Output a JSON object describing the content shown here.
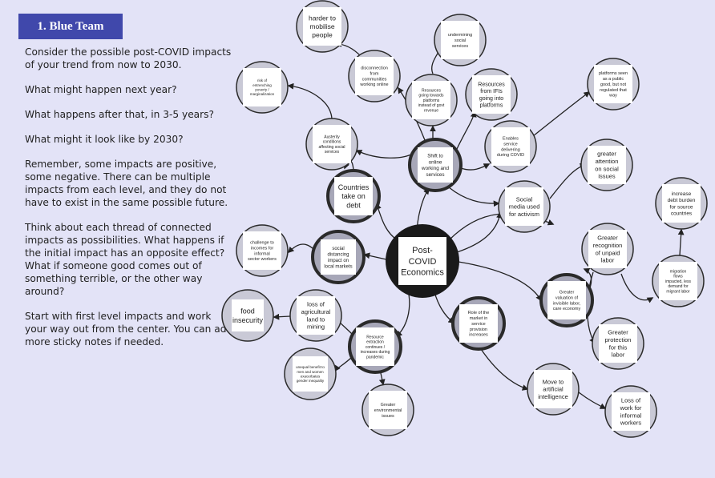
{
  "title": "1.  Blue Team",
  "instructions": [
    "Consider the possible post-COVID impacts of your trend from now to 2030.",
    "What might happen next year?",
    "What happens after that, in 3-5 years?",
    "What might it look like by 2030?",
    "Remember, some impacts are positive, some negative. There can be multiple impacts from each level, and they do not have to exist in the same possible future.",
    "Think about each thread of connected impacts as possibilities. What happens if the initial impact has an opposite effect? What if someone good comes out of something terrible, or the other way around?",
    "Start with first level impacts and work your way out from the center. You can add more sticky notes if needed."
  ],
  "nodes": [
    {
      "id": "center",
      "text": [
        "Post-",
        "COVID",
        "Economics"
      ],
      "style": "center"
    },
    {
      "id": "shift",
      "text": [
        "Shift to",
        "online",
        "working and",
        "services"
      ],
      "style": "dark"
    },
    {
      "id": "countries",
      "text": [
        "Countries",
        "take on",
        "debt"
      ],
      "style": "dark"
    },
    {
      "id": "social-dist",
      "text": [
        "social",
        "distancing",
        "impact on",
        "local markets"
      ],
      "style": "dark"
    },
    {
      "id": "resource-extr",
      "text": [
        "Resource",
        "extraction",
        "continues /",
        "increases during",
        "pandemic"
      ],
      "style": "dark"
    },
    {
      "id": "role-market",
      "text": [
        "Role of the",
        "market in",
        "service",
        "provision",
        "increases"
      ],
      "style": "dark"
    },
    {
      "id": "greater-val",
      "text": [
        "Greater",
        "valuation of",
        "invisible labor,",
        "care economy"
      ],
      "style": "dark"
    },
    {
      "id": "harder",
      "text": [
        "harder to",
        "mobilise",
        "people"
      ],
      "style": "light"
    },
    {
      "id": "undermining",
      "text": [
        "undermining",
        "social",
        "services"
      ],
      "style": "light"
    },
    {
      "id": "disconnection",
      "text": [
        "disconnection",
        "from",
        "communities",
        "working online"
      ],
      "style": "light"
    },
    {
      "id": "risk",
      "text": [
        "risk of",
        "entrenching",
        "poverty /",
        "marginalization"
      ],
      "style": "light"
    },
    {
      "id": "resources-going",
      "text": [
        "Resources",
        "going towards",
        "platforms",
        "instead of govt",
        "revenue"
      ],
      "style": "light"
    },
    {
      "id": "resources-ifis",
      "text": [
        "Resources",
        "from IFIs",
        "going into",
        "platforms"
      ],
      "style": "light"
    },
    {
      "id": "platforms-public",
      "text": [
        "platforms seen",
        "as a public",
        "good, but not",
        "regulated that",
        "way"
      ],
      "style": "light"
    },
    {
      "id": "austerity",
      "text": [
        "Austerity",
        "conditions",
        "affecting social",
        "services"
      ],
      "style": "light"
    },
    {
      "id": "enables",
      "text": [
        "Enables",
        "service",
        "delivering",
        "during COVID"
      ],
      "style": "light"
    },
    {
      "id": "greater-attention",
      "text": [
        "greater",
        "attention",
        "on social",
        "issues"
      ],
      "style": "light"
    },
    {
      "id": "social-media",
      "text": [
        "Social",
        "media used",
        "for activism"
      ],
      "style": "light"
    },
    {
      "id": "increase-debt",
      "text": [
        "increase",
        "debt burden",
        "for source",
        "countries"
      ],
      "style": "light"
    },
    {
      "id": "challenge",
      "text": [
        "challenge to",
        "incomes for",
        "informal",
        "sector workers"
      ],
      "style": "light"
    },
    {
      "id": "greater-recog",
      "text": [
        "Greater",
        "recognition",
        "of unpaid",
        "labor"
      ],
      "style": "light"
    },
    {
      "id": "migration",
      "text": [
        "migration",
        "flows",
        "impacted, less",
        "demand for",
        "migrant labor"
      ],
      "style": "light"
    },
    {
      "id": "food",
      "text": [
        "food",
        "insecurity"
      ],
      "style": "light"
    },
    {
      "id": "loss-agri",
      "text": [
        "loss of",
        "agricultural",
        "land to",
        "mining"
      ],
      "style": "light"
    },
    {
      "id": "greater-prot",
      "text": [
        "Greater",
        "protection",
        "for this",
        "labor"
      ],
      "style": "light"
    },
    {
      "id": "unequal",
      "text": [
        "unequal benefit to",
        "men and women",
        "exacerbates",
        "gender inequality"
      ],
      "style": "light"
    },
    {
      "id": "greater-env",
      "text": [
        "Greater",
        "environmental",
        "issues"
      ],
      "style": "light"
    },
    {
      "id": "move-ai",
      "text": [
        "Move to",
        "artificial",
        "intelligence"
      ],
      "style": "light"
    },
    {
      "id": "loss-work",
      "text": [
        "Loss of",
        "work for",
        "informal",
        "workers"
      ],
      "style": "light"
    }
  ]
}
